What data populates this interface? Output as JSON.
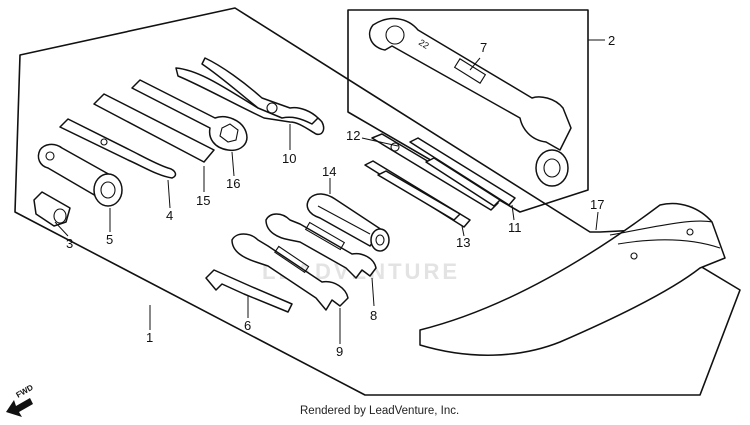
{
  "diagram": {
    "callouts": [
      "1",
      "2",
      "3",
      "4",
      "5",
      "6",
      "7",
      "8",
      "9",
      "10",
      "11",
      "12",
      "13",
      "14",
      "15",
      "16",
      "17"
    ],
    "watermark": "LEADVENTURE",
    "direction_marker": "FWD",
    "credit": "Rendered by LeadVenture, Inc."
  }
}
